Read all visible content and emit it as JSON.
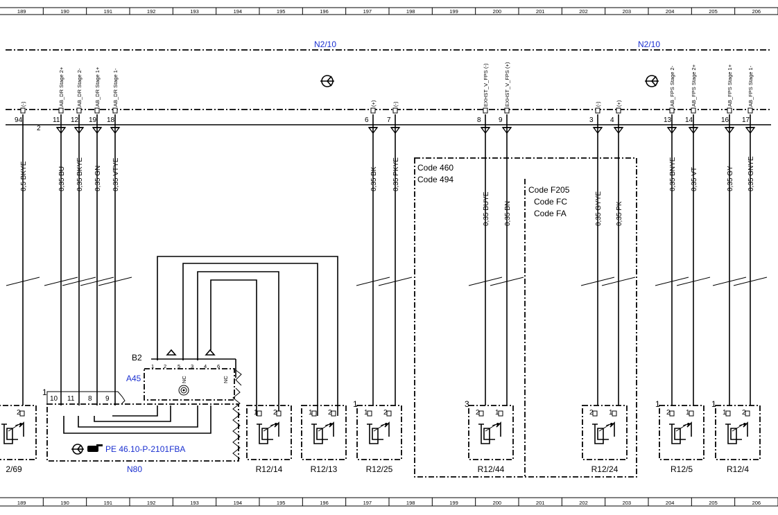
{
  "grid_columns": [
    "189",
    "190",
    "191",
    "192",
    "193",
    "194",
    "195",
    "196",
    "197",
    "198",
    "199",
    "200",
    "201",
    "202",
    "203",
    "204",
    "205",
    "206"
  ],
  "module_labels": [
    "N2/10",
    "N2/10"
  ],
  "connector_pin_number": "2",
  "pins": [
    {
      "num": "94",
      "signal": "(-)",
      "wire": "0,5 BKYE"
    },
    {
      "num": "11",
      "signal": "AB_DR Stage 2+",
      "wire": "0,35 BU"
    },
    {
      "num": "12",
      "signal": "AB_DR Stage 2-",
      "wire": "0,35 BKYE"
    },
    {
      "num": "19",
      "signal": "AB_DR Stage 1+",
      "wire": "0,35 GN"
    },
    {
      "num": "18",
      "signal": "AB_DR Stage 1-",
      "wire": "0,35 VTYE"
    },
    {
      "num": "6",
      "signal": "(+)",
      "wire": "0,35 BK"
    },
    {
      "num": "7",
      "signal": "(-)",
      "wire": "0,35 PKYE"
    },
    {
      "num": "8",
      "signal": "EXHST_V_FPS (-)",
      "wire": "0,35 BUYE"
    },
    {
      "num": "9",
      "signal": "EXHST_V_FPS (+)",
      "wire": "0,35 BN"
    },
    {
      "num": "3",
      "signal": "(-)",
      "wire": "0,35 GYYE"
    },
    {
      "num": "4",
      "signal": "(+)",
      "wire": "0,35 PK"
    },
    {
      "num": "13",
      "signal": "AB_FPS Stage 2-",
      "wire": "0,35 BNYE"
    },
    {
      "num": "14",
      "signal": "AB_FPS Stage 2+",
      "wire": "0,35 VT"
    },
    {
      "num": "16",
      "signal": "AB_FPS Stage 1+",
      "wire": "0,35 GY"
    },
    {
      "num": "17",
      "signal": "AB_FPS Stage 1-",
      "wire": "0,35 GNYE"
    }
  ],
  "code_groups": [
    [
      "Code 460",
      "Code 494"
    ],
    [
      "Code F205",
      "Code FC",
      "Code FA"
    ]
  ],
  "components": {
    "b2": "B2",
    "a45": "A45",
    "a45_pins": [
      "1",
      "2",
      "5",
      "3",
      "4",
      "6"
    ],
    "nc": "NC",
    "n80": "N80",
    "n80_pins": [
      "10",
      "11",
      "8",
      "9"
    ],
    "n80_pin1": "1",
    "reference": "PE 46.10-P-2101FBA",
    "resistors": [
      {
        "label": "2/69",
        "pins": [
          "2"
        ],
        "pos_mark": ""
      },
      {
        "label": "R12/14",
        "pins": [
          "1",
          "2"
        ],
        "pos_mark": ""
      },
      {
        "label": "R12/13",
        "pins": [
          "1",
          "2"
        ],
        "pos_mark": ""
      },
      {
        "label": "R12/25",
        "pins": [
          "1",
          "2"
        ],
        "pos_mark": "1"
      },
      {
        "label": "R12/44",
        "pins": [
          "2",
          "1"
        ],
        "pos_mark": "3"
      },
      {
        "label": "R12/24",
        "pins": [
          "2",
          "1"
        ],
        "pos_mark": ""
      },
      {
        "label": "R12/5",
        "pins": [
          "2",
          "1"
        ],
        "pos_mark": "1"
      },
      {
        "label": "R12/4",
        "pins": [
          "1",
          "2"
        ],
        "pos_mark": "1"
      }
    ]
  },
  "colors": {
    "line": "#000000",
    "blue_label": "#1a2fd0",
    "background": "#ffffff"
  }
}
